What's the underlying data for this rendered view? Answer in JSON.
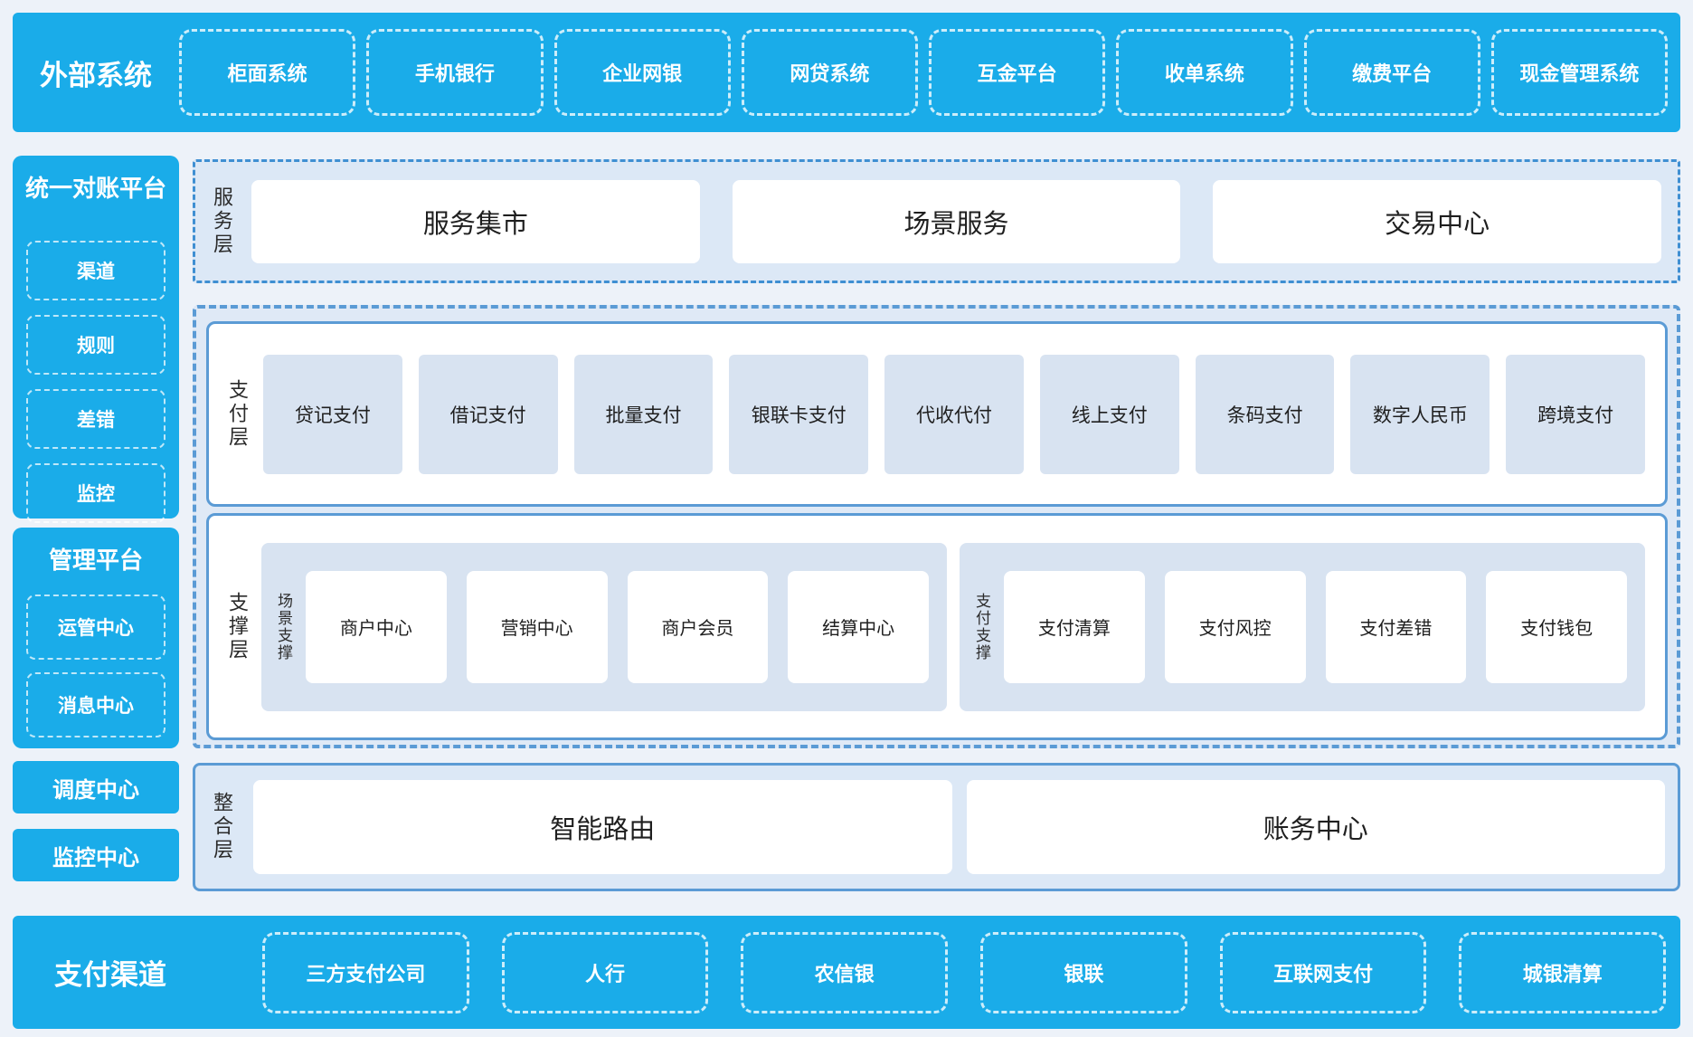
{
  "colors": {
    "accent_blue": "#1aace9",
    "border_blue": "#5b9bd5",
    "panel_light_blue": "#dce8f6",
    "chip_light_blue": "#d8e3f1",
    "page_background": "#edf2f9"
  },
  "external_systems": {
    "label": "外部系统",
    "items": [
      "柜面系统",
      "手机银行",
      "企业网银",
      "网贷系统",
      "互金平台",
      "收单系统",
      "缴费平台",
      "现金管理系统"
    ]
  },
  "sidebar": {
    "reconciliation": {
      "title": "统一对账平台",
      "items": [
        "渠道",
        "规则",
        "差错",
        "监控"
      ]
    },
    "management": {
      "title": "管理平台",
      "items": [
        "运管中心",
        "消息中心"
      ]
    },
    "standalone": [
      "调度中心",
      "监控中心"
    ]
  },
  "service_layer": {
    "label": "服务层",
    "items": [
      "服务集市",
      "场景服务",
      "交易中心"
    ]
  },
  "payment_layer": {
    "label": "支付层",
    "items": [
      "贷记支付",
      "借记支付",
      "批量支付",
      "银联卡支付",
      "代收代付",
      "线上支付",
      "条码支付",
      "数字人民币",
      "跨境支付"
    ]
  },
  "support_layer": {
    "label": "支撑层",
    "groups": [
      {
        "label": "场景支撑",
        "items": [
          "商户中心",
          "营销中心",
          "商户会员",
          "结算中心"
        ]
      },
      {
        "label": "支付支撑",
        "items": [
          "支付清算",
          "支付风控",
          "支付差错",
          "支付钱包"
        ]
      }
    ]
  },
  "integration_layer": {
    "label": "整合层",
    "items": [
      "智能路由",
      "账务中心"
    ]
  },
  "payment_channels": {
    "label": "支付渠道",
    "items": [
      "三方支付公司",
      "人行",
      "农信银",
      "银联",
      "互联网支付",
      "城银清算"
    ]
  }
}
